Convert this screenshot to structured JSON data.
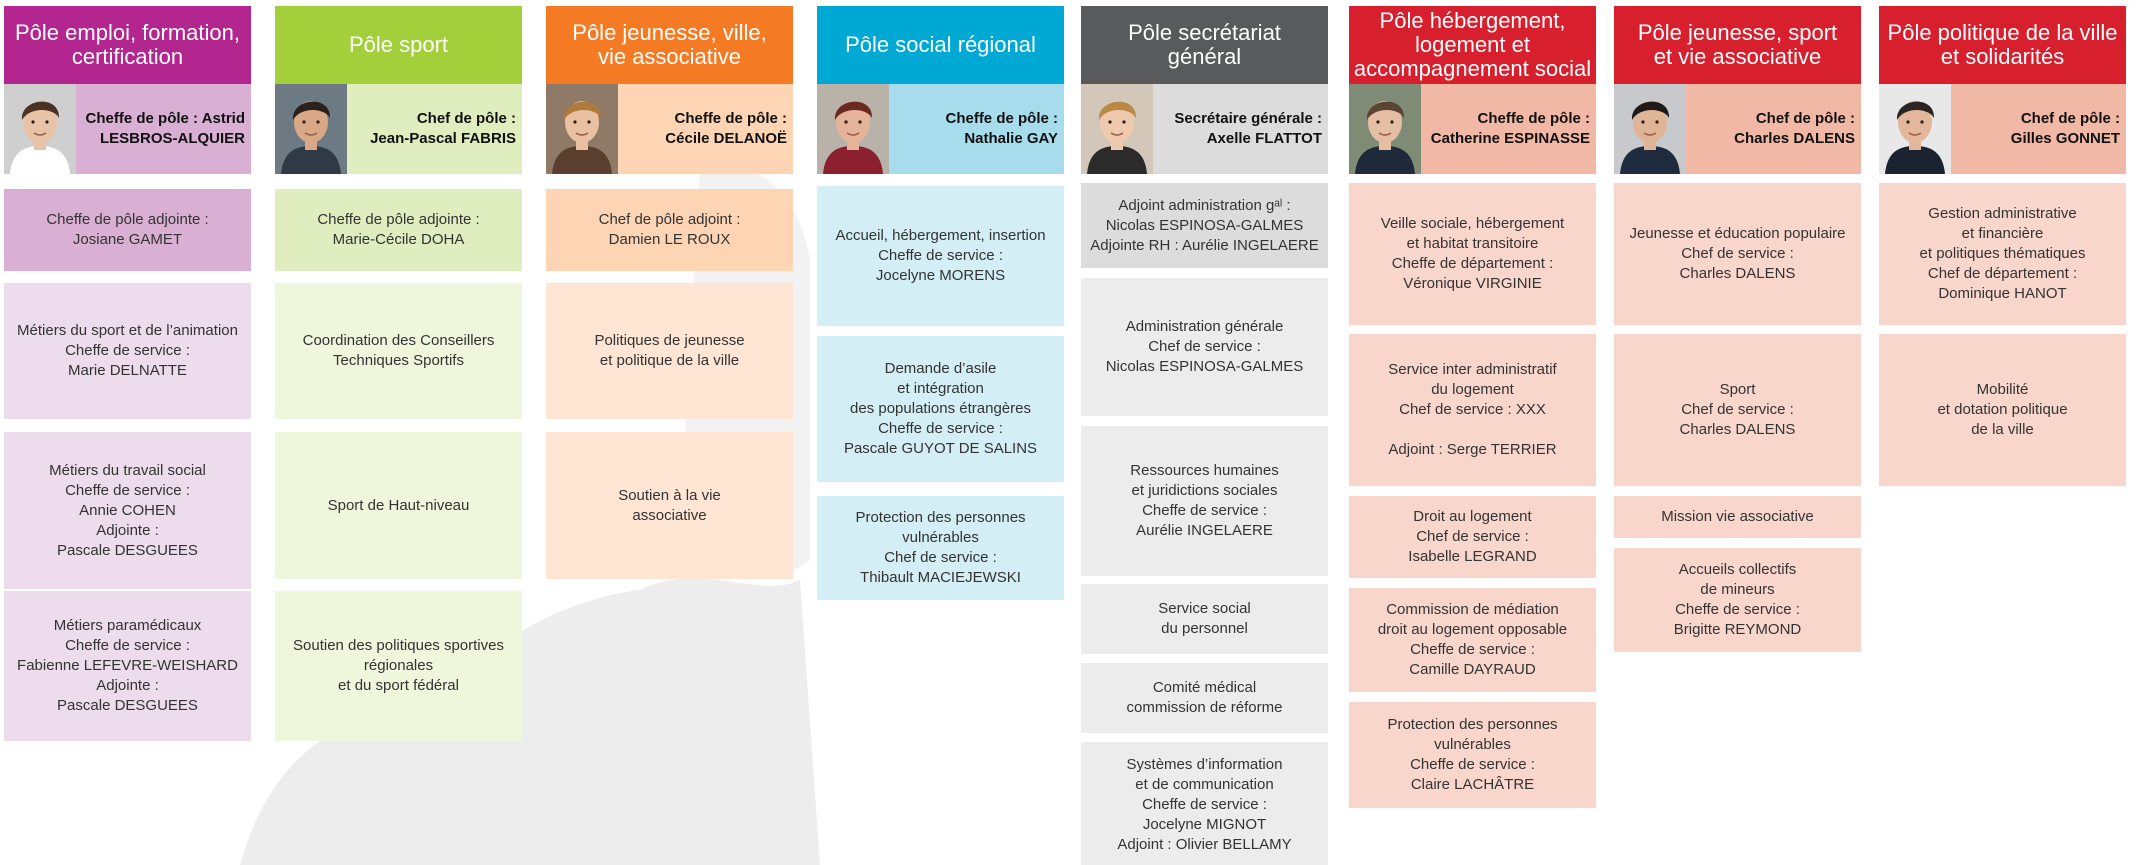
{
  "colors": {
    "background_shape": "#ededed",
    "emploi": {
      "title": "#b3268f",
      "chief": "#d9afd4",
      "box1": "#d9afd4",
      "box": "#ecdcec"
    },
    "sport": {
      "title": "#a3cf3a",
      "chief": "#e0edbf",
      "box1": "#e0edbf",
      "box": "#eef6dc"
    },
    "jeunesse_ville": {
      "title": "#f47a24",
      "chief": "#fdd4b4",
      "box1": "#fdd4b4",
      "box": "#fee5d4"
    },
    "social": {
      "title": "#00a9d4",
      "chief": "#a7dcec",
      "box": "#d4eef6"
    },
    "secretariat": {
      "title": "#595a5c",
      "chief": "#dcdcdd",
      "box1": "#dcdcdd",
      "box": "#ececec"
    },
    "hebergement": {
      "title": "#d71f2e",
      "chief": "#f2b8a6",
      "box": "#f9d6cb"
    },
    "jeunesse_sport": {
      "title": "#d71f2e",
      "chief": "#f2b8a6",
      "box": "#f9d6cb"
    },
    "politique_ville": {
      "title": "#d71f2e",
      "chief": "#f2b8a6",
      "box": "#f9d6cb"
    }
  },
  "poles": [
    {
      "key": "emploi",
      "title": "Pôle emploi, formation,\ncertification",
      "chief": [
        "Cheffe de pôle : Astrid",
        "LESBROS-ALQUIER"
      ],
      "boxes": [
        [
          "Cheffe de pôle adjointe :",
          "Josiane GAMET"
        ],
        [
          "Métiers du sport et de l’animation",
          "Cheffe de service :",
          "Marie DELNATTE"
        ],
        [
          "Métiers du travail social",
          "Cheffe de service :",
          "Annie COHEN",
          "Adjointe :",
          "Pascale DESGUEES"
        ],
        [
          "Métiers paramédicaux",
          "Cheffe de service :",
          "Fabienne LEFEVRE-WEISHARD",
          "Adjointe :",
          "Pascale DESGUEES"
        ]
      ]
    },
    {
      "key": "sport",
      "title": "Pôle sport",
      "chief": [
        "Chef de pôle :",
        "Jean-Pascal FABRIS"
      ],
      "boxes": [
        [
          "Cheffe de pôle adjointe :",
          "Marie-Cécile DOHA"
        ],
        [
          "Coordination des Conseillers",
          "Techniques Sportifs"
        ],
        [
          "Sport de Haut-niveau"
        ],
        [
          "Soutien des politiques sportives",
          "régionales",
          "et du sport fédéral"
        ]
      ]
    },
    {
      "key": "jeunesse_ville",
      "title": "Pôle jeunesse, ville,\nvie associative",
      "chief": [
        "Cheffe de pôle :",
        "Cécile DELANOË"
      ],
      "boxes": [
        [
          "Chef de pôle adjoint :",
          "Damien LE ROUX"
        ],
        [
          "Politiques de jeunesse",
          "et politique de la ville"
        ],
        [
          "Soutien à la vie",
          "associative"
        ]
      ]
    },
    {
      "key": "social",
      "title": "Pôle social régional",
      "chief": [
        "Cheffe de pôle :",
        "Nathalie GAY"
      ],
      "boxes": [
        [
          "Accueil, hébergement, insertion",
          "Cheffe de service :",
          "Jocelyne MORENS"
        ],
        [
          "Demande d’asile",
          "et intégration",
          "des populations étrangères",
          "Cheffe de service :",
          "Pascale GUYOT DE SALINS"
        ],
        [
          "Protection des personnes",
          "vulnérables",
          "Chef de service :",
          "Thibault MACIEJEWSKI"
        ]
      ]
    },
    {
      "key": "secretariat",
      "title": "Pôle secrétariat\ngénéral",
      "chief": [
        "Secrétaire générale :",
        "Axelle FLATTOT"
      ],
      "boxes": [
        [
          "Adjoint administration gᵃˡ :",
          "Nicolas ESPINOSA-GALMES",
          "Adjointe RH :  Aurélie INGELAERE"
        ],
        [
          "Administration  générale",
          "Chef de service :",
          "Nicolas ESPINOSA-GALMES"
        ],
        [
          "Ressources humaines",
          "et juridictions sociales",
          "Cheffe de service :",
          "Aurélie INGELAERE"
        ],
        [
          "Service social",
          "du personnel"
        ],
        [
          "Comité médical",
          "commission de réforme"
        ],
        [
          "Systèmes d’information",
          "et de communication",
          "Cheffe de service :",
          "Jocelyne MIGNOT",
          "Adjoint : Olivier BELLAMY"
        ]
      ]
    },
    {
      "key": "hebergement",
      "title": "Pôle hébergement,\nlogement et\naccompagnement social",
      "chief": [
        "Cheffe de pôle :",
        "Catherine ESPINASSE"
      ],
      "boxes": [
        [
          "Veille sociale, hébergement",
          "et habitat transitoire",
          "Cheffe de département :",
          "Véronique VIRGINIE"
        ],
        [
          "Service inter administratif",
          "du logement",
          "Chef de service : XXX",
          "",
          "Adjoint : Serge TERRIER"
        ],
        [
          "Droit au logement",
          "Chef de service :",
          "Isabelle LEGRAND"
        ],
        [
          "Commission de médiation",
          "droit au logement opposable",
          "Cheffe de service :",
          "Camille DAYRAUD"
        ],
        [
          "Protection des personnes",
          "vulnérables",
          "Cheffe de service :",
          "Claire LACHÂTRE"
        ]
      ]
    },
    {
      "key": "jeunesse_sport",
      "title": "Pôle jeunesse, sport\net vie associative",
      "chief": [
        "Chef de pôle :",
        "Charles DALENS"
      ],
      "boxes": [
        [
          "Jeunesse et éducation populaire",
          "Chef de service :",
          "Charles DALENS"
        ],
        [
          "Sport",
          "Chef de service :",
          "Charles DALENS"
        ],
        [
          "Mission vie associative"
        ],
        [
          "Accueils collectifs",
          "de mineurs",
          "Cheffe de service :",
          "Brigitte REYMOND"
        ]
      ]
    },
    {
      "key": "politique_ville",
      "title": "Pôle politique de la ville\net solidarités",
      "chief": [
        "Chef de pôle :",
        "Gilles GONNET"
      ],
      "boxes": [
        [
          "Gestion administrative",
          "et financière",
          "et politiques thématiques",
          "Chef de département :",
          "Dominique HANOT"
        ],
        [
          "Mobilité",
          "et dotation politique",
          "de la ville"
        ]
      ]
    }
  ]
}
